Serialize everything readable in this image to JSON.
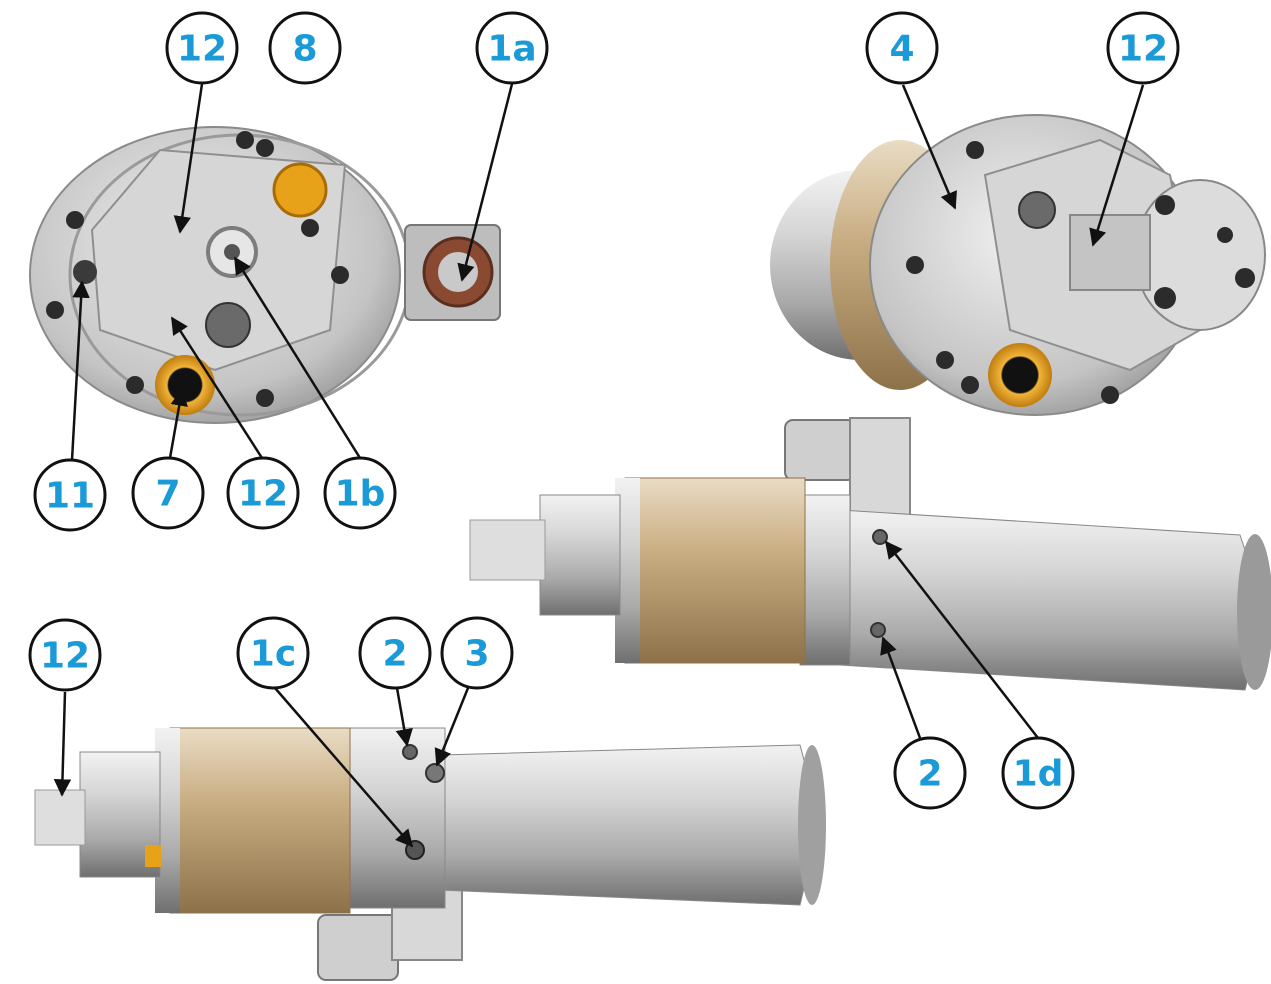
{
  "colors": {
    "callout_text": "#1a9ad6",
    "callout_ring": "#111111",
    "leader_line": "#111111",
    "steel_light": "#d9d9d9",
    "steel_mid": "#b4b4b4",
    "steel_dark": "#7a7a7a",
    "bronze": "#cbb08a",
    "bronze_dark": "#a98a60",
    "orange_ring": "#e8a21a",
    "bolt": "#2b2b2b",
    "connector_rust": "#8a4a32"
  },
  "views": [
    {
      "name": "front-end-view",
      "description_icon": "spindle-front-icon"
    },
    {
      "name": "rear-end-view",
      "description_icon": "spindle-rear-icon"
    },
    {
      "name": "side-view-upper",
      "description_icon": "spindle-side-icon"
    },
    {
      "name": "side-view-lower",
      "description_icon": "spindle-side-icon"
    }
  ],
  "callouts": {
    "c12_top_left": "12",
    "c8": "8",
    "c1a": "1a",
    "c4": "4",
    "c12_top_right": "12",
    "c11": "11",
    "c7": "7",
    "c12_mid": "12",
    "c1b": "1b",
    "c12_bottom_left": "12",
    "c1c": "1c",
    "c2_bottom": "2",
    "c3": "3",
    "c2_right": "2",
    "c1d": "1d"
  }
}
